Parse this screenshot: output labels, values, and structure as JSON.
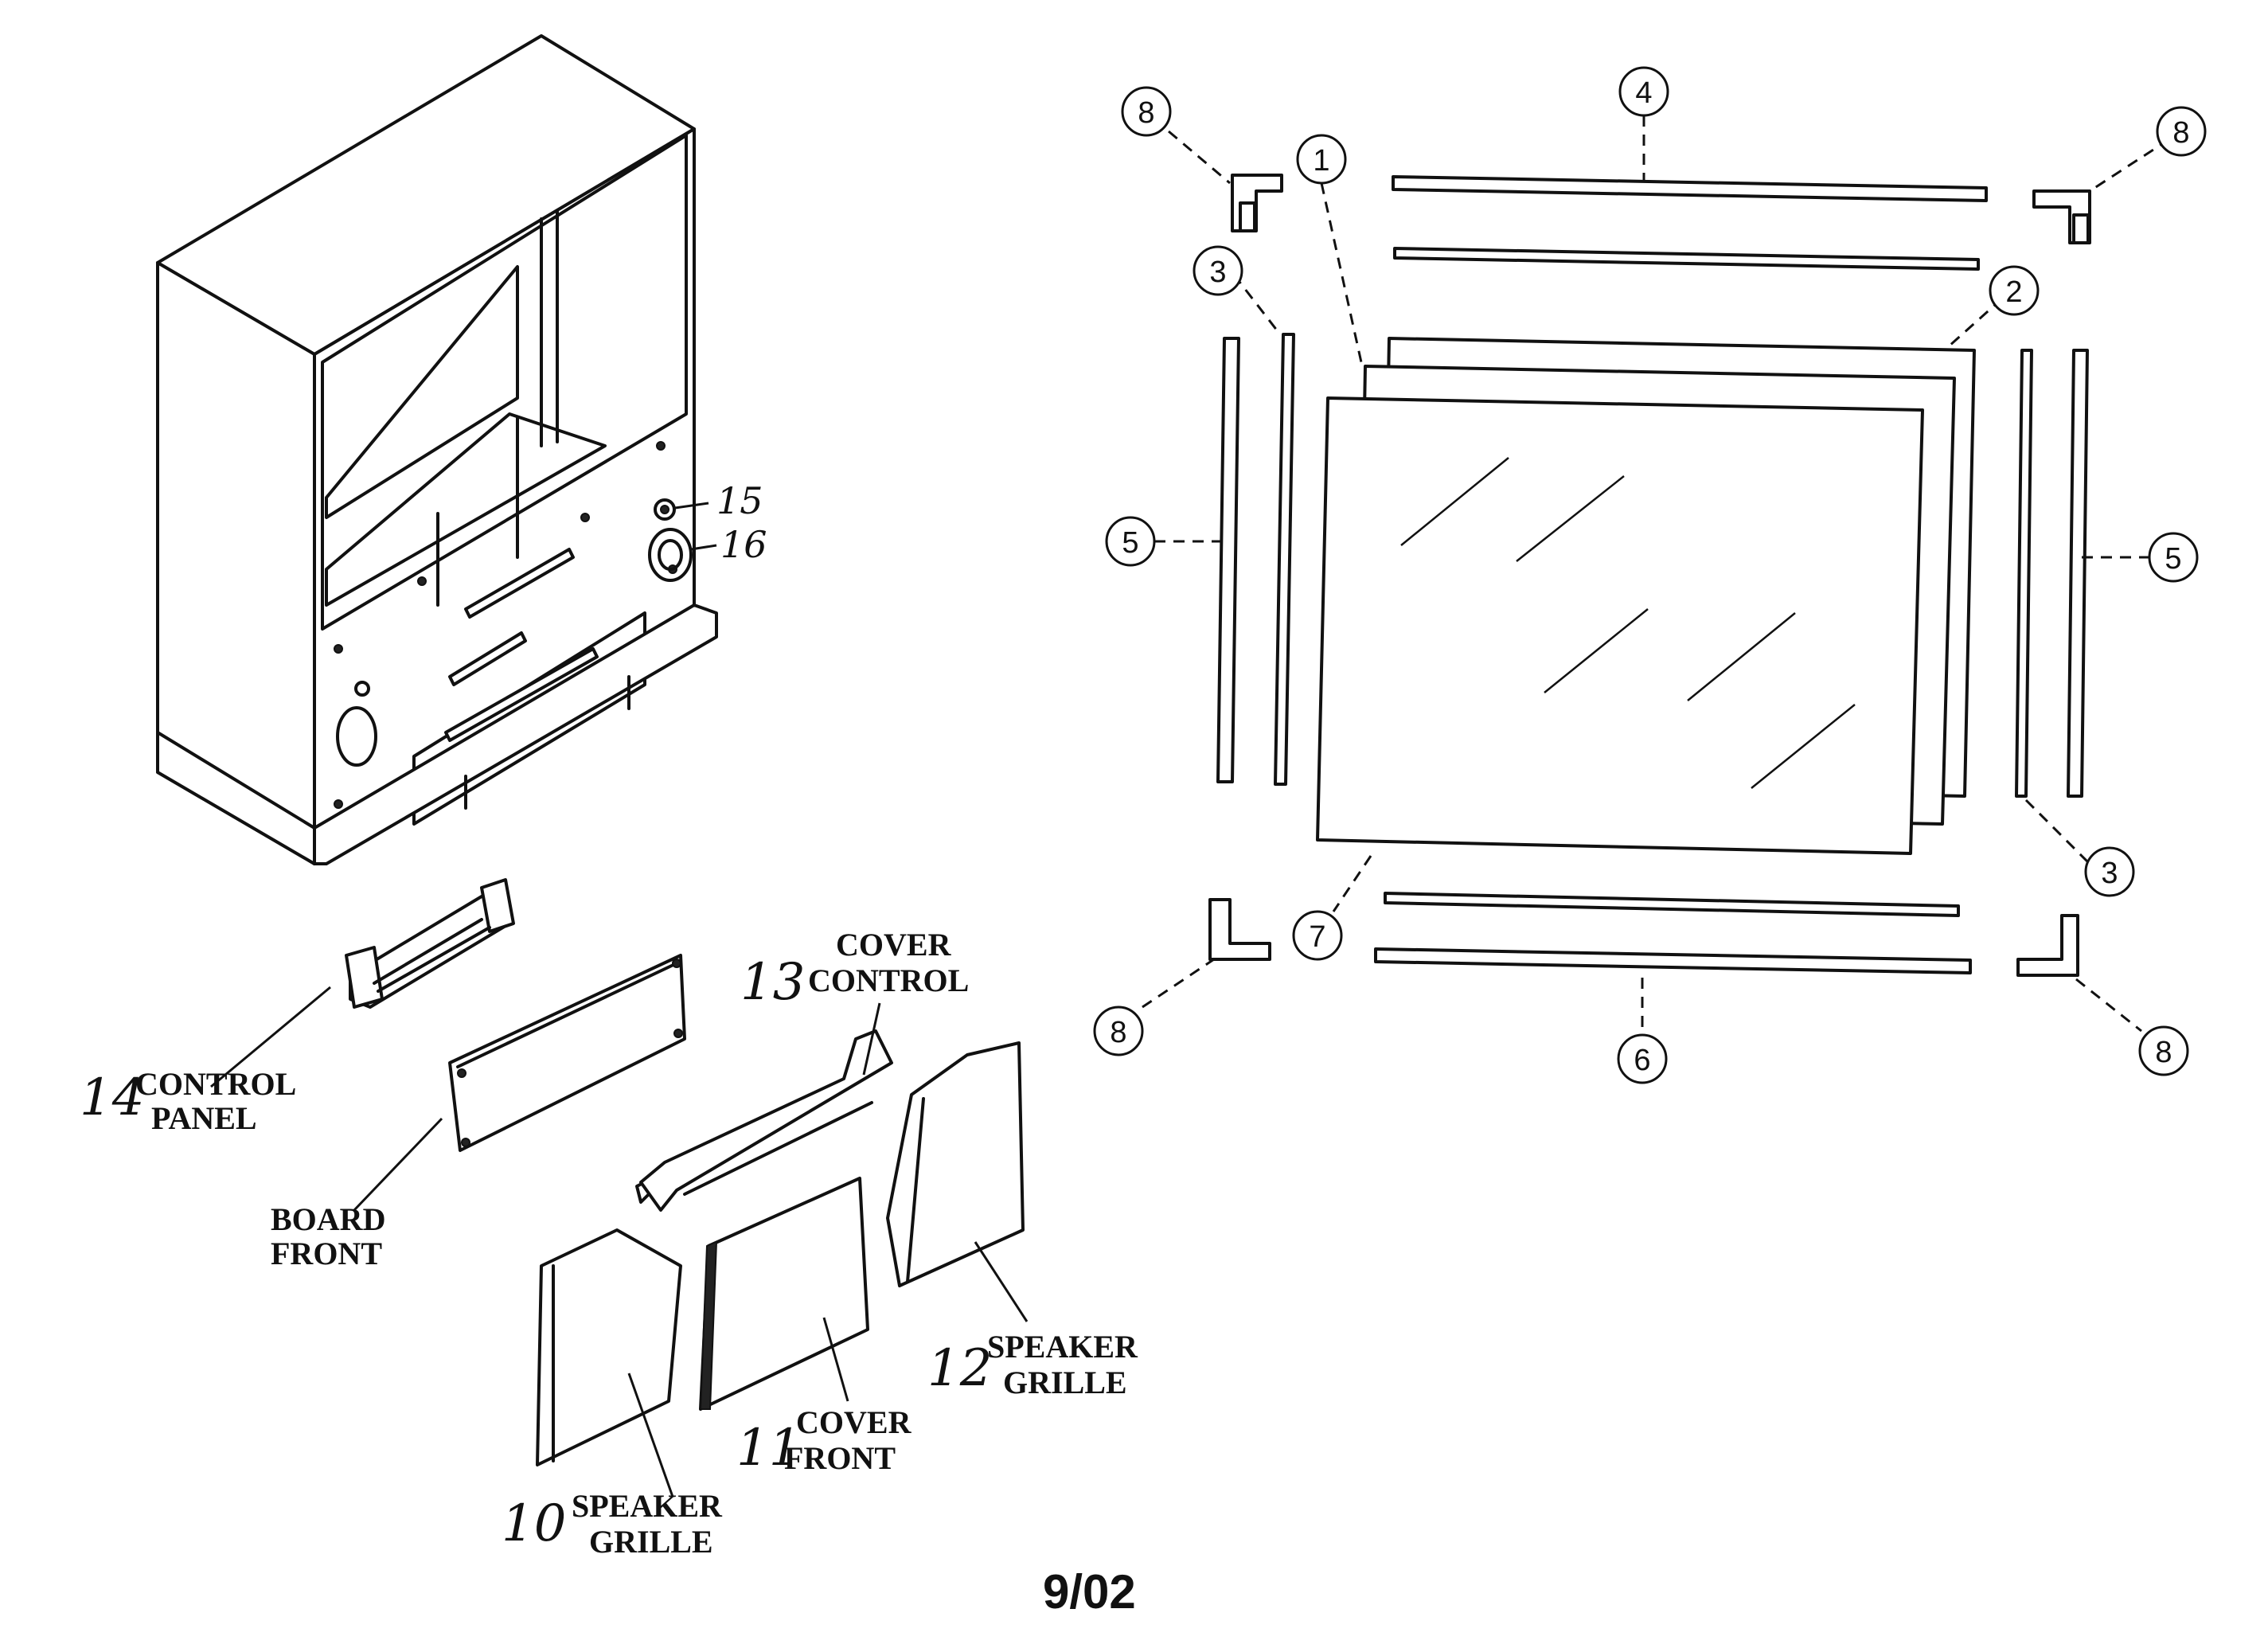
{
  "callouts": {
    "c1": "1",
    "c2": "2",
    "c3a": "3",
    "c3b": "3",
    "c4": "4",
    "c5a": "5",
    "c5b": "5",
    "c6": "6",
    "c7": "7",
    "c8a": "8",
    "c8b": "8",
    "c8c": "8",
    "c8d": "8"
  },
  "labels": {
    "p10": {
      "num": "10",
      "line1": "SPEAKER",
      "line2": "GRILLE"
    },
    "p11": {
      "num": "11",
      "line1": "COVER",
      "line2": "FRONT"
    },
    "p12": {
      "num": "12",
      "line1": "SPEAKER",
      "line2": "GRILLE"
    },
    "p13": {
      "num": "13",
      "line1": "COVER",
      "line2": "CONTROL"
    },
    "p14": {
      "num": "14",
      "line1": "CONTROL",
      "line2": "PANEL"
    },
    "board": {
      "line1": "BOARD",
      "line2": "FRONT"
    },
    "p15": "15",
    "p16": "16"
  },
  "date": "9/02"
}
